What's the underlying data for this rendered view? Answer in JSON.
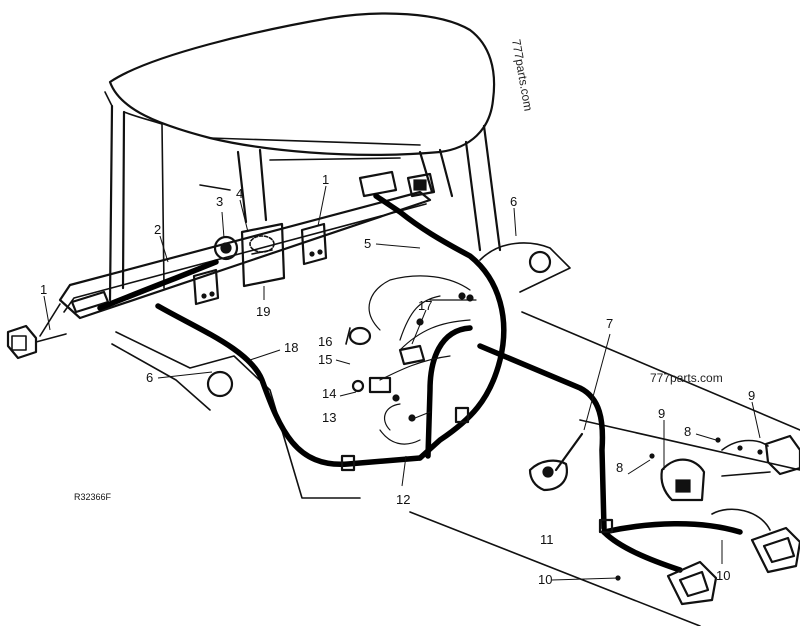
{
  "watermarks": [
    "777parts.com",
    "777parts.com"
  ],
  "figure_ref": "R32366F",
  "callouts": [
    "1",
    "2",
    "3",
    "4",
    "1",
    "5",
    "6",
    "19",
    "17",
    "16",
    "15",
    "14",
    "13",
    "18",
    "6",
    "7",
    "9",
    "9",
    "8",
    "8",
    "12",
    "11",
    "10",
    "10"
  ]
}
